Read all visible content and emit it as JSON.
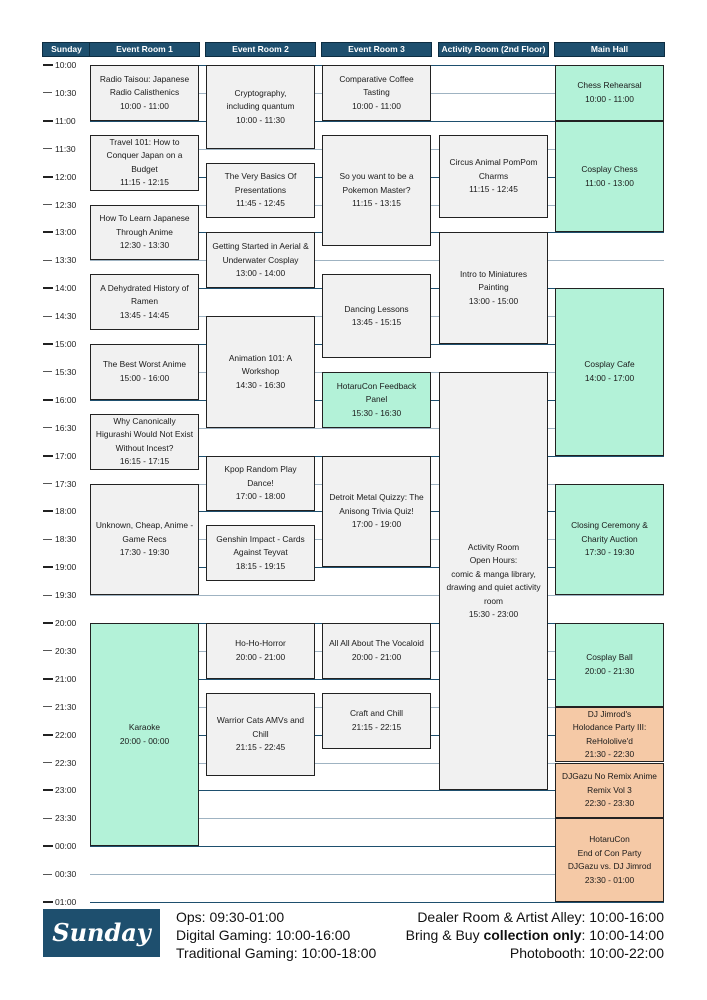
{
  "day": "Sunday",
  "columns": [
    "Sunday",
    "Event Room 1",
    "Event Room 2",
    "Event Room 3",
    "Activity Room (2nd Floor)",
    "Main Hall"
  ],
  "times": [
    "10:00",
    "10:30",
    "11:00",
    "11:30",
    "12:00",
    "12:30",
    "13:00",
    "13:30",
    "14:00",
    "14:30",
    "15:00",
    "15:30",
    "16:00",
    "16:30",
    "17:00",
    "17:30",
    "18:00",
    "18:30",
    "19:00",
    "19:30",
    "20:00",
    "20:30",
    "21:00",
    "21:30",
    "22:00",
    "22:30",
    "23:00",
    "23:30",
    "00:00",
    "00:30",
    "01:00"
  ],
  "events": [
    {
      "col": 1,
      "lines": [
        "Radio Taisou: Japanese",
        "Radio Calisthenics",
        "10:00 - 11:00"
      ],
      "color": "grey",
      "start": 0,
      "end": 1
    },
    {
      "col": 1,
      "lines": [
        "Travel 101: How to",
        "Conquer Japan on a",
        "Budget",
        "11:15 - 12:15"
      ],
      "color": "grey",
      "start": 1.25,
      "end": 2.25
    },
    {
      "col": 1,
      "lines": [
        "How To Learn Japanese",
        "Through Anime",
        "12:30 - 13:30"
      ],
      "color": "grey",
      "start": 2.5,
      "end": 3.5
    },
    {
      "col": 1,
      "lines": [
        "A Dehydrated History of",
        "Ramen",
        "13:45 - 14:45"
      ],
      "color": "grey",
      "start": 3.75,
      "end": 4.75
    },
    {
      "col": 1,
      "lines": [
        "The Best Worst Anime",
        "15:00 - 16:00"
      ],
      "color": "grey",
      "start": 5,
      "end": 6
    },
    {
      "col": 1,
      "lines": [
        "Why Canonically",
        "Higurashi Would Not Exist",
        "Without Incest?",
        "16:15 - 17:15"
      ],
      "color": "grey",
      "start": 6.25,
      "end": 7.25
    },
    {
      "col": 1,
      "lines": [
        "Unknown, Cheap, Anime -",
        "Game Recs",
        "17:30 - 19:30"
      ],
      "color": "grey",
      "start": 7.5,
      "end": 9.5
    },
    {
      "col": 1,
      "lines": [
        "Karaoke",
        "20:00 - 00:00"
      ],
      "color": "green",
      "start": 10,
      "end": 14
    },
    {
      "col": 2,
      "lines": [
        "Cryptography,",
        "including quantum",
        "10:00 - 11:30"
      ],
      "color": "grey",
      "start": 0,
      "end": 1.5
    },
    {
      "col": 2,
      "lines": [
        "The Very Basics Of",
        "Presentations",
        "11:45 - 12:45"
      ],
      "color": "grey",
      "start": 1.75,
      "end": 2.75
    },
    {
      "col": 2,
      "lines": [
        "Getting Started in Aerial &",
        "Underwater Cosplay",
        "13:00 - 14:00"
      ],
      "color": "grey",
      "start": 3,
      "end": 4
    },
    {
      "col": 2,
      "lines": [
        "Animation 101: A",
        "Workshop",
        "14:30 - 16:30"
      ],
      "color": "grey",
      "start": 4.5,
      "end": 6.5
    },
    {
      "col": 2,
      "lines": [
        "Kpop Random Play Dance!",
        "17:00 - 18:00"
      ],
      "color": "grey",
      "start": 7,
      "end": 8
    },
    {
      "col": 2,
      "lines": [
        "Genshin Impact - Cards",
        "Against Teyvat",
        "18:15 - 19:15"
      ],
      "color": "grey",
      "start": 8.25,
      "end": 9.25
    },
    {
      "col": 2,
      "lines": [
        "Ho-Ho-Horror",
        "20:00 - 21:00"
      ],
      "color": "grey",
      "start": 10,
      "end": 11
    },
    {
      "col": 2,
      "lines": [
        "Warrior Cats AMVs and",
        "Chill",
        "21:15 - 22:45"
      ],
      "color": "grey",
      "start": 11.25,
      "end": 12.75
    },
    {
      "col": 3,
      "lines": [
        "Comparative Coffee",
        "Tasting",
        "10:00 - 11:00"
      ],
      "color": "grey",
      "start": 0,
      "end": 1
    },
    {
      "col": 3,
      "lines": [
        "So you want to be a",
        "Pokemon Master?",
        "11:15 - 13:15"
      ],
      "color": "grey",
      "start": 1.25,
      "end": 3.25
    },
    {
      "col": 3,
      "lines": [
        "Dancing Lessons",
        "13:45 - 15:15"
      ],
      "color": "grey",
      "start": 3.75,
      "end": 5.25
    },
    {
      "col": 3,
      "lines": [
        "HotaruCon Feedback",
        "Panel",
        "15:30 - 16:30"
      ],
      "color": "green",
      "start": 5.5,
      "end": 6.5
    },
    {
      "col": 3,
      "lines": [
        "Detroit Metal Quizzy: The",
        "Anisong Trivia Quiz!",
        "17:00 - 19:00"
      ],
      "color": "grey",
      "start": 7,
      "end": 9
    },
    {
      "col": 3,
      "lines": [
        "All All About The Vocaloid",
        "20:00 - 21:00"
      ],
      "color": "grey",
      "start": 10,
      "end": 11
    },
    {
      "col": 3,
      "lines": [
        "Craft and Chill",
        "21:15 - 22:15"
      ],
      "color": "grey",
      "start": 11.25,
      "end": 12.25
    },
    {
      "col": 4,
      "lines": [
        "Circus Animal PomPom",
        "Charms",
        "11:15 - 12:45"
      ],
      "color": "grey",
      "start": 1.25,
      "end": 2.75
    },
    {
      "col": 4,
      "lines": [
        "Intro to Miniatures",
        "Painting",
        "13:00 - 15:00"
      ],
      "color": "grey",
      "start": 3,
      "end": 5
    },
    {
      "col": 4,
      "lines": [
        "Activity Room",
        "Open Hours:",
        "comic & manga library,",
        "drawing and quiet activity",
        "room",
        "15:30 - 23:00"
      ],
      "color": "grey",
      "start": 5.5,
      "end": 13
    },
    {
      "col": 5,
      "lines": [
        "Chess Rehearsal",
        "10:00 - 11:00"
      ],
      "color": "green",
      "start": 0,
      "end": 1
    },
    {
      "col": 5,
      "lines": [
        "Cosplay Chess",
        "11:00 - 13:00"
      ],
      "color": "green",
      "start": 1,
      "end": 3
    },
    {
      "col": 5,
      "lines": [
        "Cosplay Cafe",
        "14:00 - 17:00"
      ],
      "color": "green",
      "start": 4,
      "end": 7
    },
    {
      "col": 5,
      "lines": [
        "Closing Ceremony &",
        "Charity Auction",
        "17:30 - 19:30"
      ],
      "color": "green",
      "start": 7.5,
      "end": 9.5
    },
    {
      "col": 5,
      "lines": [
        "Cosplay Ball",
        "20:00 - 21:30"
      ],
      "color": "green",
      "start": 10,
      "end": 11.5
    },
    {
      "col": 5,
      "lines": [
        "DJ Jimrod's",
        "Holodance Party III:",
        "ReHololive'd",
        "21:30 - 22:30"
      ],
      "color": "orange",
      "start": 11.5,
      "end": 12.5
    },
    {
      "col": 5,
      "lines": [
        "DJGazu No Remix Anime",
        "Remix Vol 3",
        "22:30 - 23:30"
      ],
      "color": "orange",
      "start": 12.5,
      "end": 13.5
    },
    {
      "col": 5,
      "lines": [
        "HotaruCon",
        "End of Con Party",
        "DJGazu vs. DJ Jimrod",
        "23:30 - 01:00"
      ],
      "color": "orange",
      "start": 13.5,
      "end": 15
    }
  ],
  "footer": {
    "badge": "Sunday",
    "left": [
      "Ops: 09:30-01:00",
      "Digital Gaming: 10:00-16:00",
      "Traditional Gaming: 10:00-18:00"
    ],
    "right_1": "Dealer Room & Artist Alley: 10:00-16:00",
    "right_2_pre": "Bring & Buy ",
    "right_2_bold": "collection only",
    "right_2_post": ": 10:00-14:00",
    "right_3": "Photobooth: 10:00-22:00"
  },
  "colors": {
    "header": "#1e4f6e",
    "green": "#b3f2d8",
    "orange": "#f5c9a6",
    "grey": "#f1f1f1"
  }
}
